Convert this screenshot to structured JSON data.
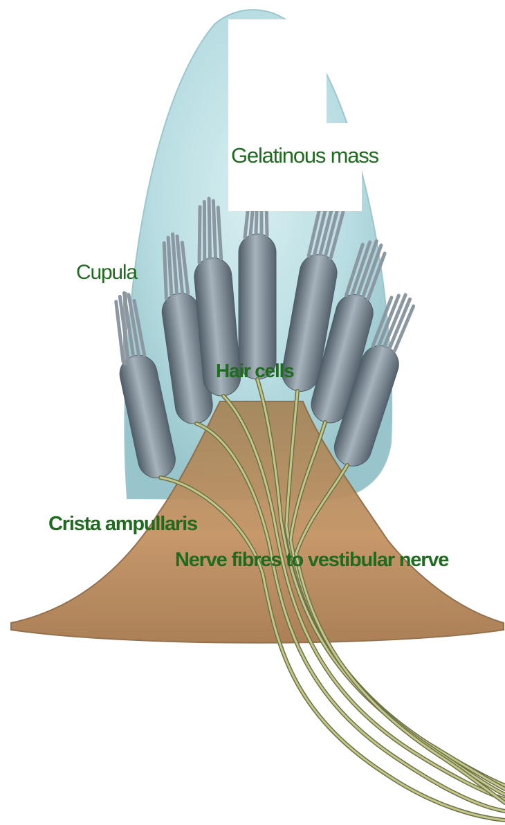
{
  "labels": {
    "gelatinous_mass": "Gelatinous mass",
    "cupula": "Cupula",
    "hair_cells": "Hair cells",
    "crista_ampullaris": "Crista ampullaris",
    "nerve_fibres": "Nerve fibres to vestibular nerve"
  },
  "colors": {
    "cupula_fill": "#b8dde2",
    "cupula_edge": "#9cc6cc",
    "hair_cell": "#7e8e99",
    "hair_cell_dark": "#4f5d68",
    "crista": "#b98a5c",
    "crista_dark": "#8f6a45",
    "nerve": "#b8ba7c",
    "nerve_edge": "#6e7148",
    "label_text": "#1f6b1f"
  },
  "hair_cell_count": 7
}
